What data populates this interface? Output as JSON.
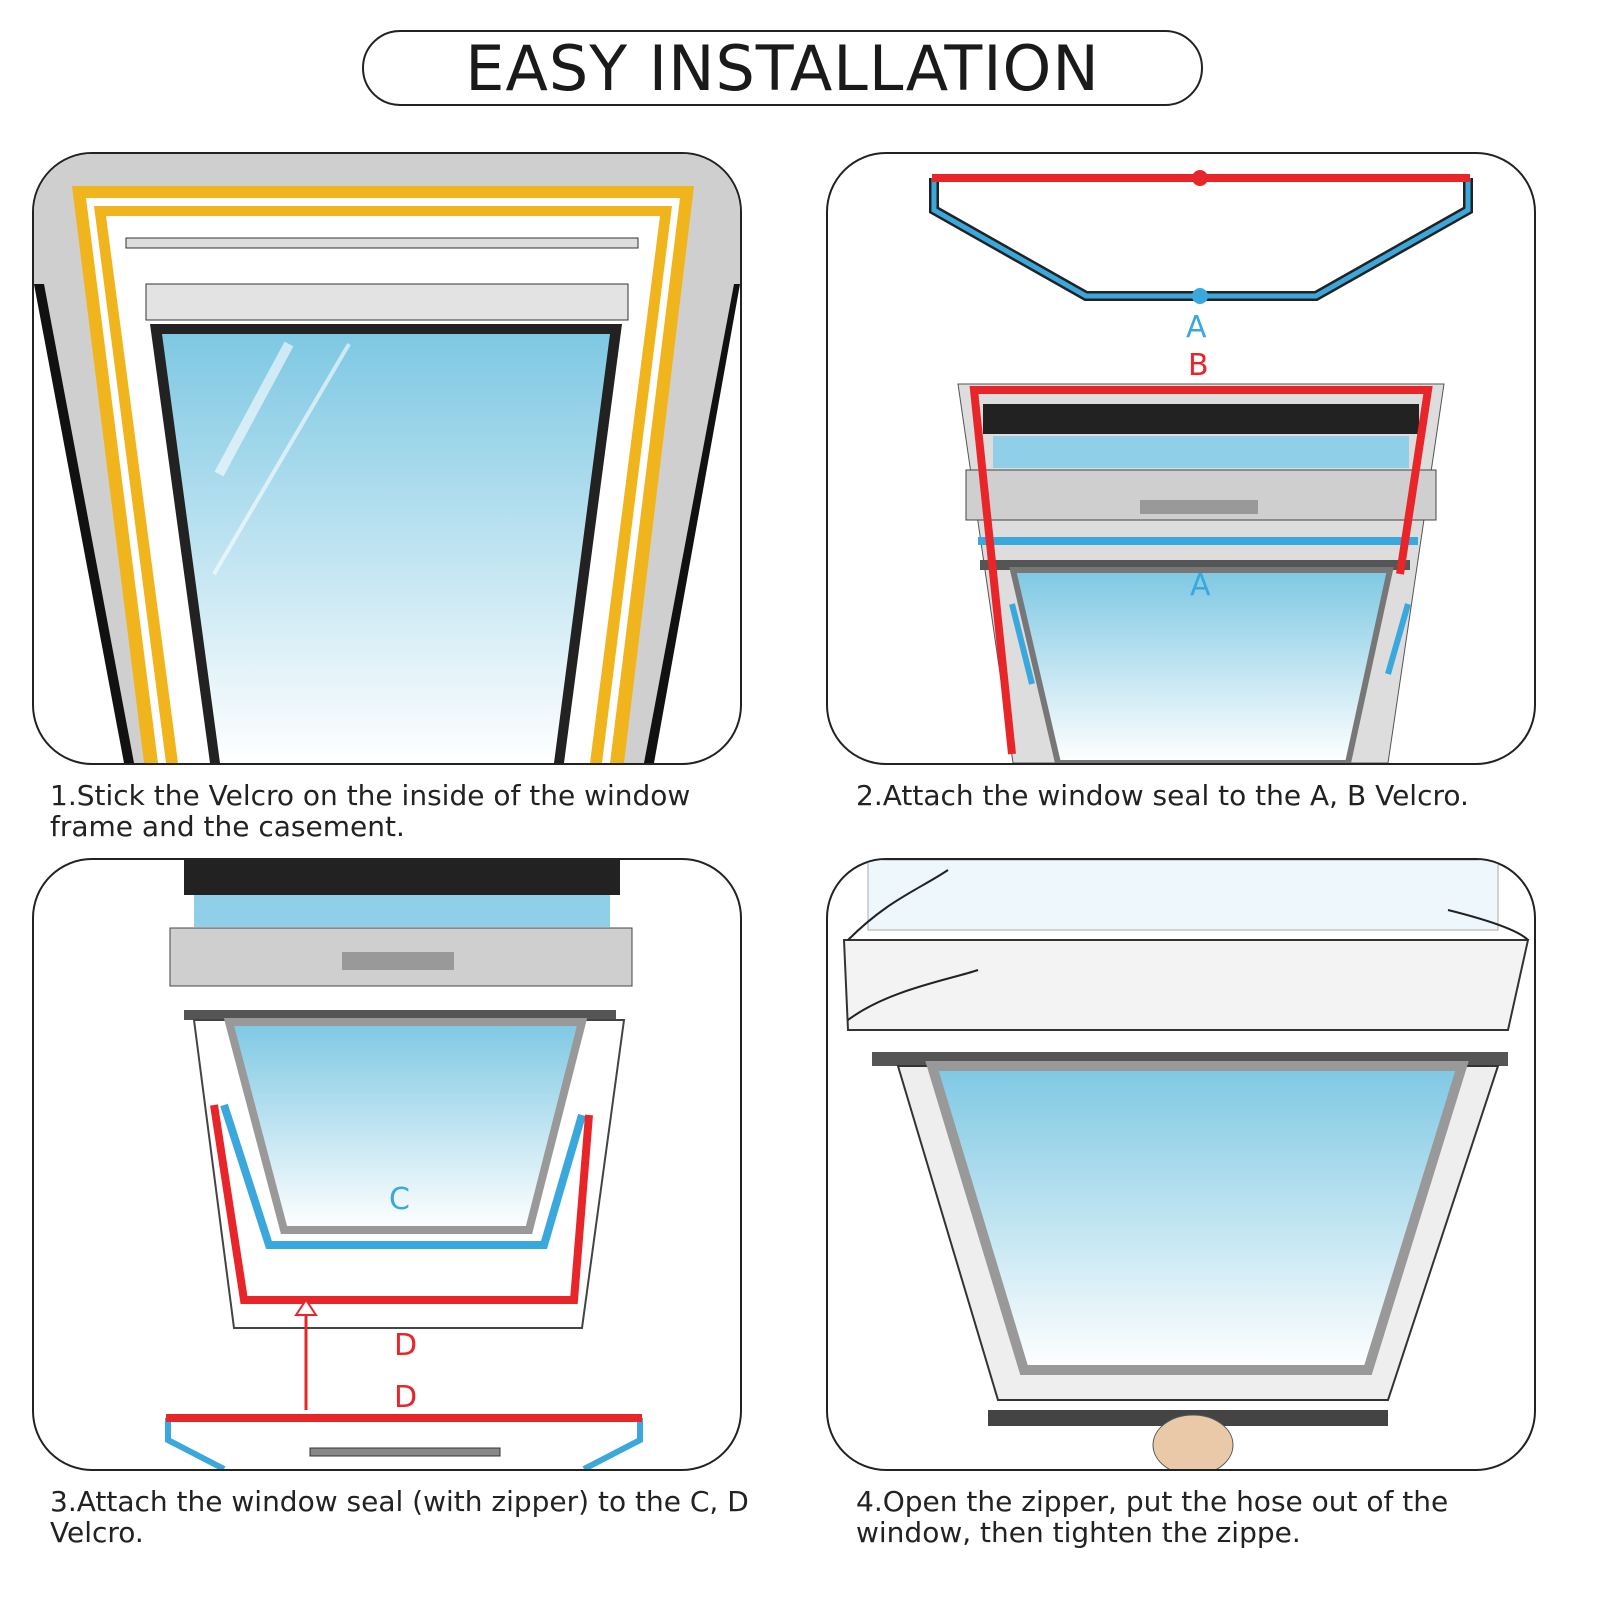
{
  "title": "EASY INSTALLATION",
  "steps": [
    {
      "caption": "1.Stick the Velcro on the inside of the window frame and the casement."
    },
    {
      "caption": "2.Attach the window seal to the A, B Velcro.",
      "labels": [
        "A",
        "B",
        "A"
      ]
    },
    {
      "caption": "3.Attach the window seal (with zipper) to the C, D Velcro.",
      "labels": [
        "C",
        "D",
        "D"
      ]
    },
    {
      "caption": "4.Open the zipper, put the hose out of the window, then tighten the zippe."
    }
  ],
  "colors": {
    "velcro_yellow": "#f0b51c",
    "velcro_red": "#e8262a",
    "velcro_blue": "#3aa8dc",
    "frame_gray": "#cfcfcf"
  }
}
